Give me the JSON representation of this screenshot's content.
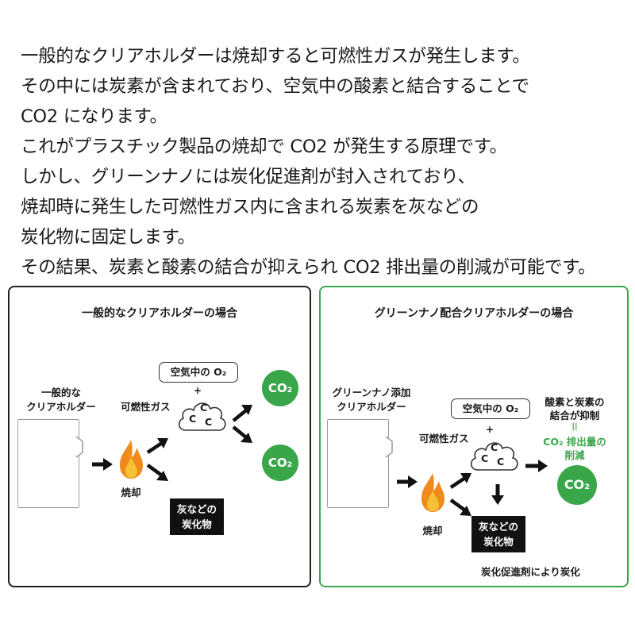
{
  "paragraph": [
    "一般的なクリアホルダーは焼却すると可燃性ガスが発生します。",
    "その中には炭素が含まれており、空気中の酸素と結合することで",
    "CO2 になります。",
    "これがプラスチック製品の焼却で CO2 が発生する原理です。",
    "しかし、グリーンナノには炭化促進剤が封入されており、",
    "焼却時に発生した可燃性ガス内に含まれる炭素を灰などの",
    "炭化物に固定します。",
    "その結果、炭素と酸素の結合が抑えられ CO2 排出量の削減が可能です。"
  ],
  "left_panel": {
    "title": "一般的なクリアホルダーの場合",
    "holder_label_1": "一般的な",
    "holder_label_2": "クリアホルダー",
    "gas_label": "可燃性ガス",
    "air_label": "空気中の O₂",
    "plus": "+",
    "carbon": [
      "C",
      "C",
      "C"
    ],
    "burn_label": "焼却",
    "co2_top": "CO₂",
    "co2_bottom": "CO₂",
    "ash_line1": "灰などの",
    "ash_line2": "炭化物"
  },
  "right_panel": {
    "title": "グリーンナノ配合クリアホルダーの場合",
    "holder_label_1": "グリーンナノ添加",
    "holder_label_2": "クリアホルダー",
    "gas_label": "可燃性ガス",
    "air_label": "空気中の O₂",
    "plus": "+",
    "carbon": [
      "C",
      "C",
      "C"
    ],
    "burn_label": "焼却",
    "note_line1": "酸素と炭素の",
    "note_line2": "結合が抑制",
    "equals": "||",
    "reduce_line1": "CO₂ 排出量の",
    "reduce_line2": "削減",
    "co2": "CO₂",
    "ash_line1": "灰などの",
    "ash_line2": "炭化物",
    "footer": "炭化促進剤により炭化"
  },
  "colors": {
    "green": "#3aa64a",
    "border_dark": "#222222",
    "fire_outer": "#f08a1c",
    "fire_inner": "#f6c235"
  },
  "icons": [
    "fire-icon",
    "arrow-icon",
    "gas-cloud-icon",
    "folder-icon"
  ]
}
